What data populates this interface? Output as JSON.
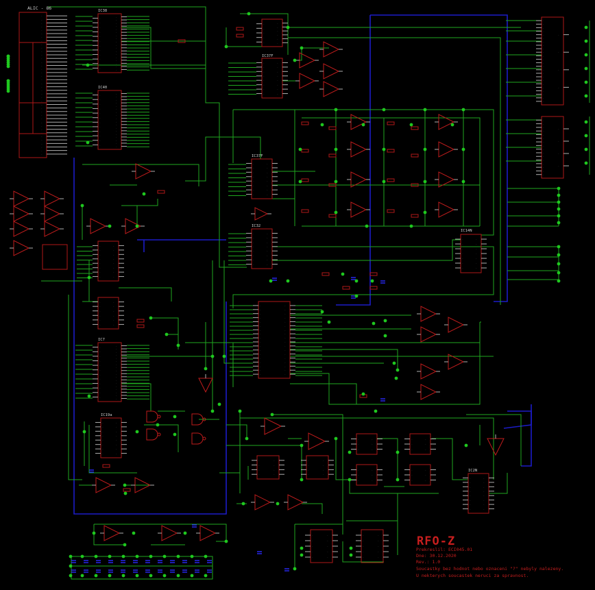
{
  "connector_label": "ALIC - 86",
  "ic_labels": [
    "IC38",
    "IC40",
    "IC37F",
    "IC37F",
    "IC32",
    "IC14N",
    "IC7",
    "IC19a",
    "IC2N"
  ],
  "title_block": {
    "title": "RFO-Z",
    "lines": [
      "Prekreslil: ECI045.01",
      "Dne: 30.12.2020",
      "Rev.: 1.0",
      "Soucastky bez hodnot nebo oznaceni \"?\" nebyly nalezeny.",
      "U nekterych soucastek neruci za spravnost."
    ]
  },
  "colors": {
    "background": "#000000",
    "wire": "#1fa81f",
    "bus": "#1c1cc8",
    "component": "#b01818",
    "title": "#c81e1e"
  }
}
